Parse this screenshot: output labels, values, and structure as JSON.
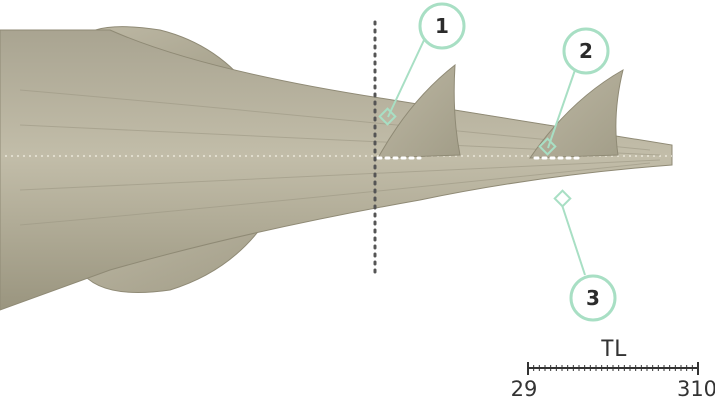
{
  "callouts": [
    {
      "label": "1"
    },
    {
      "label": "2"
    },
    {
      "label": "3"
    }
  ],
  "scale": {
    "title": "TL",
    "min_label": "29",
    "max_label": "310"
  },
  "colors": {
    "accent": "#a8dfc4",
    "body": "#b3ae9b",
    "body_dark": "#8c8775",
    "guide": "#555555"
  }
}
